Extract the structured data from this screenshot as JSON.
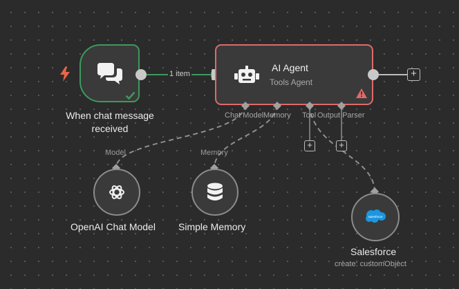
{
  "trigger": {
    "label_line1": "When chat message",
    "label_line2": "received",
    "connection_label": "1 item"
  },
  "agent": {
    "title": "AI Agent",
    "subtitle": "Tools Agent",
    "ports": {
      "chat_model": "Chat Model",
      "memory": "Memory",
      "tool": "Tool",
      "output_parser": "Output Parser"
    }
  },
  "nodes": {
    "openai": {
      "port_label": "Model",
      "label": "OpenAI Chat Model"
    },
    "memory": {
      "port_label": "Memory",
      "label": "Simple Memory"
    },
    "salesforce": {
      "label": "Salesforce",
      "sublabel": "create: customObject",
      "icon_text": "salesforce"
    }
  },
  "plus_symbol": "+",
  "colors": {
    "canvas_bg": "#2b2b2b",
    "success": "#3d9a5e",
    "error": "#e06a6a",
    "trigger_bolt": "#e8664a",
    "salesforce_blue": "#1b96e0",
    "warning": "#e06a6a"
  },
  "icons": [
    "lightning-bolt-icon",
    "chat-bubbles-icon",
    "checkmark-icon",
    "robot-icon",
    "warning-icon",
    "openai-logo-icon",
    "database-icon",
    "salesforce-logo-icon",
    "plus-icon"
  ]
}
